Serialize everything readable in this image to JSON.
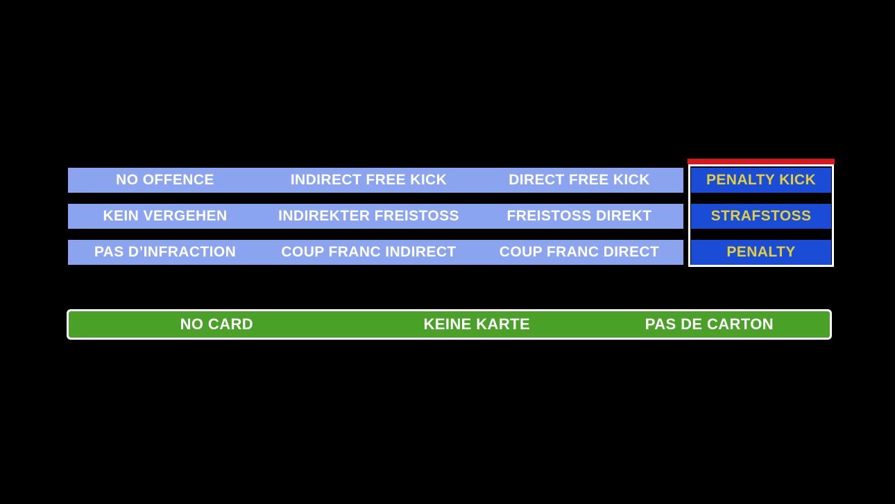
{
  "colors": {
    "stage_background": "#000000",
    "row_bar": "#8ba4f0",
    "selected_cell": "#1b4cd6",
    "selected_text": "#e3cf3e",
    "selected_border": "#ffffff",
    "marker_red": "#e0151c",
    "card_bar": "#49a227",
    "text_white": "#ffffff"
  },
  "offence_panel": {
    "rows": [
      {
        "language": "english",
        "options": [
          "NO OFFENCE",
          "INDIRECT FREE KICK",
          "DIRECT FREE KICK"
        ],
        "selected_option": "PENALTY KICK"
      },
      {
        "language": "german",
        "options": [
          "KEIN VERGEHEN",
          "INDIREKTER FREISTOSS",
          "FREISTOSS DIREKT"
        ],
        "selected_option": "STRAFSTOSS"
      },
      {
        "language": "french",
        "options": [
          "PAS D’INFRACTION",
          "COUP FRANC INDIRECT",
          "COUP FRANC DIRECT"
        ],
        "selected_option": "PENALTY"
      }
    ]
  },
  "card_panel": {
    "options": [
      "NO CARD",
      "KEINE KARTE",
      "PAS DE CARTON"
    ]
  }
}
